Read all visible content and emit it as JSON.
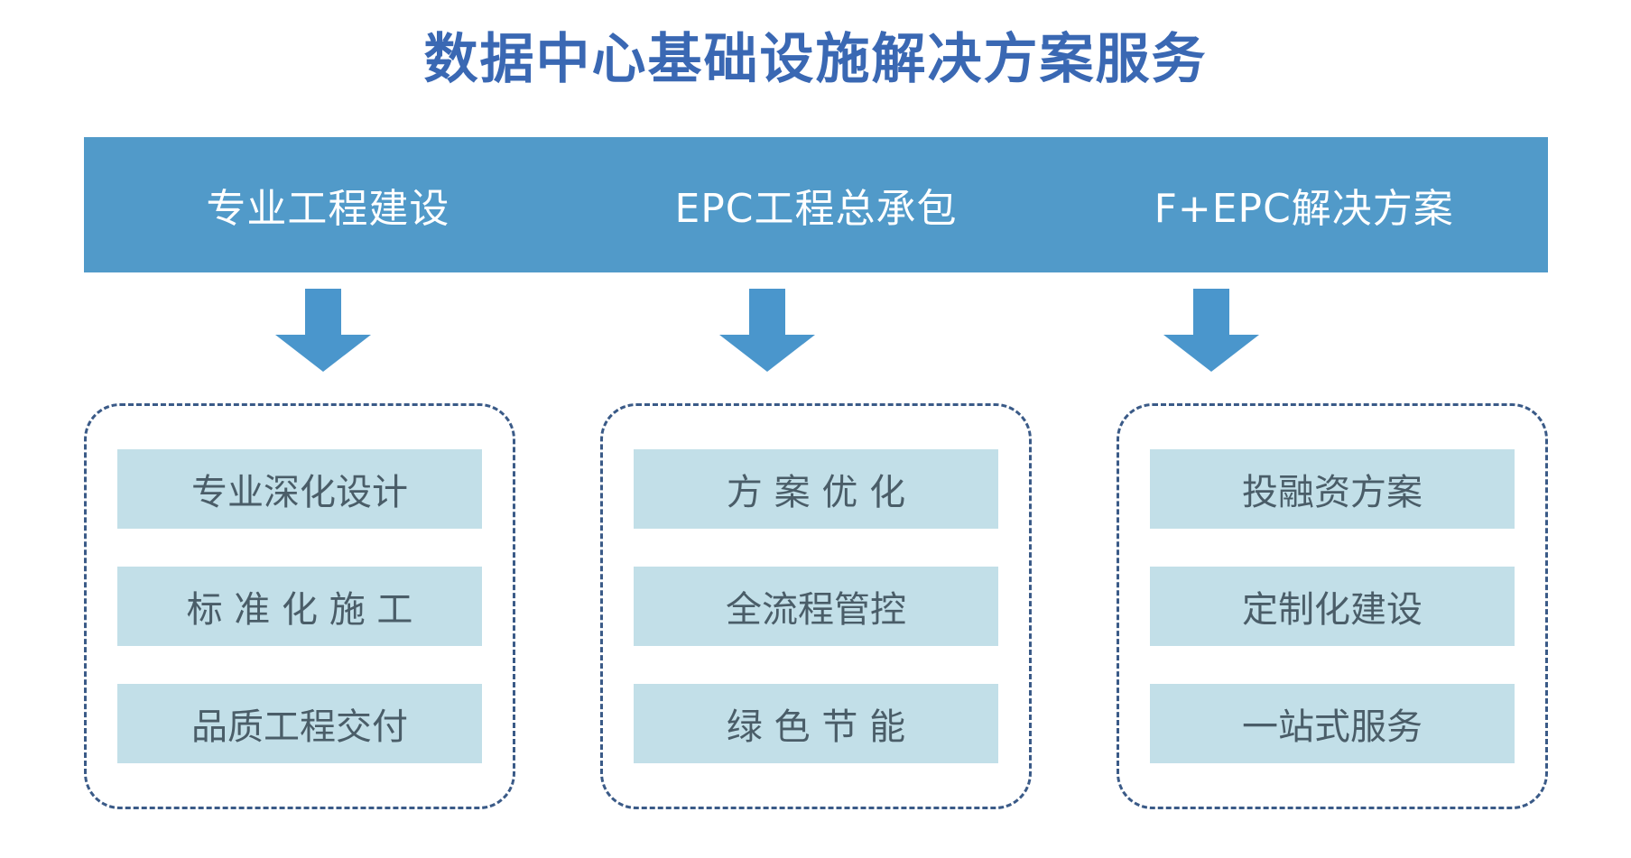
{
  "title": "数据中心基础设施解决方案服务",
  "colors": {
    "title_blue": "#3a68b3",
    "header_blue": "#519ac9",
    "arrow_blue": "#4a96cc",
    "chip_bg": "#c2dfe8",
    "chip_text": "#4a5d68",
    "dashed_border": "#3a5a87",
    "header_text": "#ffffff",
    "page_bg": "#ffffff"
  },
  "columns": [
    {
      "header": "专业工程建设",
      "arrow": "down-arrow-icon",
      "items": [
        "专业深化设计",
        "标 准 化 施 工",
        "品质工程交付"
      ]
    },
    {
      "header": "EPC工程总承包",
      "arrow": "down-arrow-icon",
      "items": [
        "方 案 优 化",
        "全流程管控",
        "绿 色 节 能"
      ]
    },
    {
      "header": "F+EPC解决方案",
      "arrow": "down-arrow-icon",
      "items": [
        "投融资方案",
        "定制化建设",
        "一站式服务"
      ]
    }
  ]
}
